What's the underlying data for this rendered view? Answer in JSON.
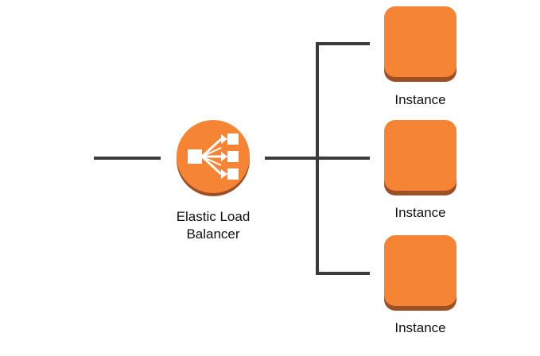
{
  "load_balancer": {
    "label_line1": "Elastic Load",
    "label_line2": "Balancer",
    "icon": "load-balancer-icon"
  },
  "instances": [
    {
      "label": "Instance",
      "icon": "ec2-instance-icon"
    },
    {
      "label": "Instance",
      "icon": "ec2-instance-icon"
    },
    {
      "label": "Instance",
      "icon": "ec2-instance-icon"
    }
  ],
  "colors": {
    "orange": "#F58534",
    "orange_shadow": "#9D5025",
    "wire": "#3b3b3b",
    "icon_white": "#ffffff"
  }
}
